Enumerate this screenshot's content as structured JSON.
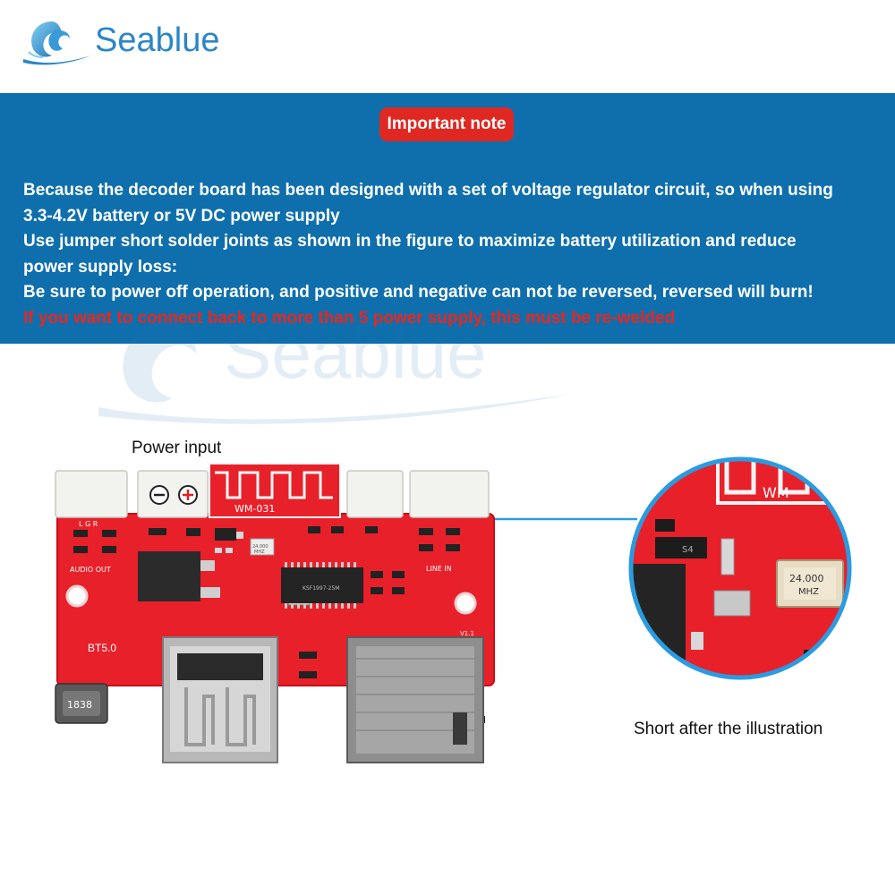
{
  "brand": {
    "logo_text": "Seablue",
    "primary_color": "#2a86c8",
    "banner_color": "#0f6fac",
    "accent_red": "#e02822"
  },
  "note": {
    "title": "Important note",
    "lines": [
      {
        "text": "Because the decoder board has been designed with a set of voltage regulator circuit, so when using",
        "color": "white"
      },
      {
        "text": "3.3-4.2V battery or 5V DC power supply",
        "color": "white"
      },
      {
        "text": "Use jumper short solder joints as shown in the figure to maximize battery utilization and reduce",
        "color": "white"
      },
      {
        "text": "power supply loss:",
        "color": "white"
      },
      {
        "text": "Be sure to power off operation, and positive and negative can not be reversed, reversed will burn!",
        "color": "white"
      },
      {
        "text": "If you want to connect back to more than 5 power supply, this must be re-welded",
        "color": "red"
      }
    ]
  },
  "watermark": {
    "text": "Seablue"
  },
  "labels": {
    "power_input": "Power input",
    "short_after": "Short after the illustration"
  },
  "board": {
    "module_label": "WM-031",
    "audio_out": "AUDIO OUT",
    "line_in": "LINE IN",
    "bt_label": "BT5.0",
    "inductor_code": "1838",
    "crystal": "24.000 MHZ",
    "crystal_short": "24.000",
    "crystal_unit": "MHZ",
    "channel_letters": "L G R",
    "version": "V1.1",
    "chip_code": "KSF1997-25M",
    "zoom_module_label": "WM",
    "zoom_diode": "S4"
  }
}
